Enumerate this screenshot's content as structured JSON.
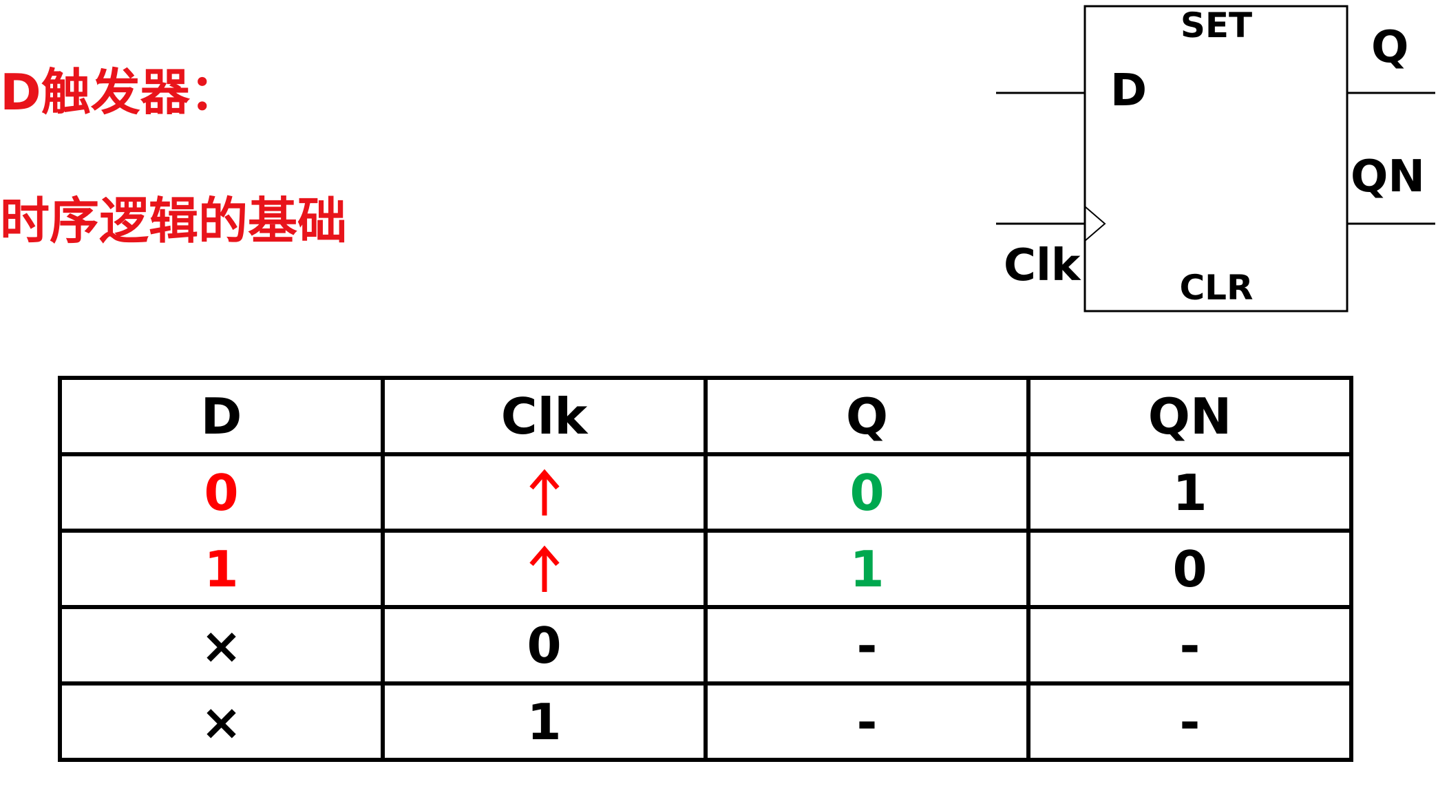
{
  "title": "D触发器：",
  "subtitle": "时序逻辑的基础",
  "symbol": {
    "set_label": "SET",
    "clr_label": "CLR",
    "d_label": "D",
    "clk_label": "Clk",
    "q_label": "Q",
    "qn_label": "QN"
  },
  "truth_table": {
    "headers": [
      "D",
      "Clk",
      "Q",
      "QN"
    ],
    "rows": [
      {
        "d": "0",
        "clk": "rising-edge-arrow",
        "q": "0",
        "qn": "1"
      },
      {
        "d": "1",
        "clk": "rising-edge-arrow",
        "q": "1",
        "qn": "0"
      },
      {
        "d": "×",
        "clk": "0",
        "q": "-",
        "qn": "-"
      },
      {
        "d": "×",
        "clk": "1",
        "q": "-",
        "qn": "-"
      }
    ]
  },
  "colors": {
    "heading": "#e8141b",
    "d_input_value": "#ff0000",
    "clk_edge_arrow": "#ff0000",
    "q_output_value": "#00a84f",
    "default": "#000000"
  }
}
